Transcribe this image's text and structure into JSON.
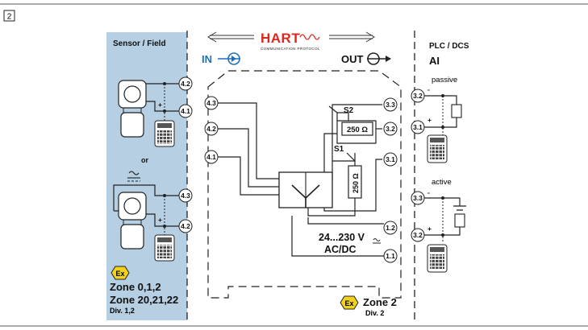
{
  "figure": {
    "number": "2"
  },
  "field": {
    "title": "Sensor / Field",
    "or_label": "or"
  },
  "plc": {
    "title": "PLC / DCS",
    "ai_label": "AI",
    "passive_label": "passive",
    "active_label": "active"
  },
  "hart": {
    "text": "HART",
    "subtext": "COMMUNICATION PROTOCOL"
  },
  "signal": {
    "in_label": "IN",
    "out_label": "OUT"
  },
  "switches": {
    "s1": "S1",
    "s2": "S2",
    "res_h": "250 Ω",
    "res_v": "250 Ω"
  },
  "power": {
    "voltage": "24...230 V",
    "type": "AC/DC"
  },
  "zones": {
    "field_zone_line1": "Zone 0,1,2",
    "field_zone_line2": "Zone 20,21,22",
    "field_div": "Div. 1,2",
    "device_zone": "Zone 2",
    "device_div": "Div. 2",
    "ex_symbol": "Ex"
  },
  "terminals": {
    "field_top_1": "4.2",
    "field_top_2": "4.1",
    "field_bot_1": "4.3",
    "field_bot_2": "4.2",
    "in_1": "4.3",
    "in_2": "4.2",
    "in_3": "4.1",
    "out_1": "3.3",
    "out_2": "3.2",
    "out_3": "3.1",
    "pwr_1": "1.2",
    "pwr_2": "1.1",
    "plc_pas_1": "3.2",
    "plc_pas_2": "3.1",
    "plc_act_1": "3.3",
    "plc_act_2": "3.2"
  },
  "polarity": {
    "plus": "+",
    "minus": "-"
  },
  "colors": {
    "field_bg": "#b6cfe2",
    "accent_blue": "#1a6fc2",
    "hart_red": "#e1241c",
    "zone_yellow": "#f2d21b"
  }
}
